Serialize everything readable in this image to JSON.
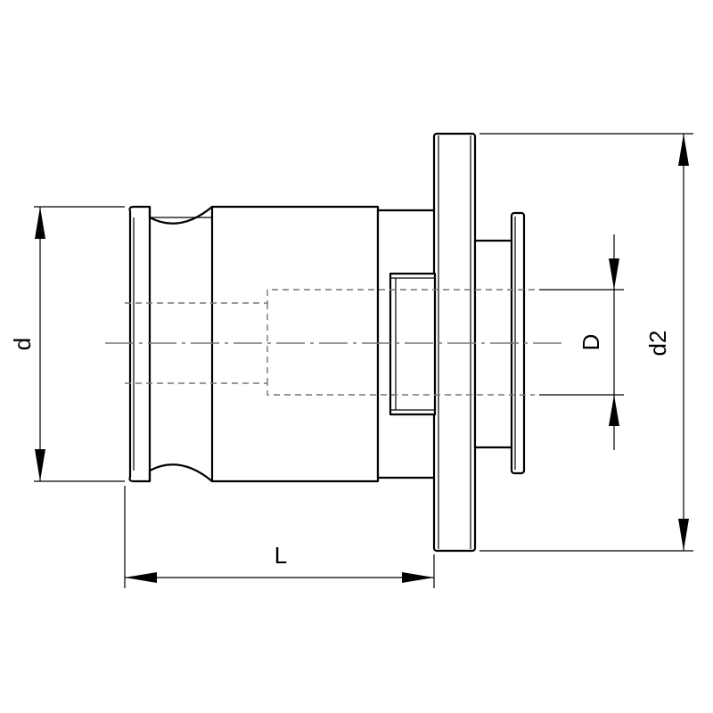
{
  "labels": {
    "d": "d",
    "D": "D",
    "d2": "d2",
    "L": "L"
  },
  "colors": {
    "outline": "#000000",
    "hidden_line": "#777777",
    "background": "#ffffff"
  }
}
